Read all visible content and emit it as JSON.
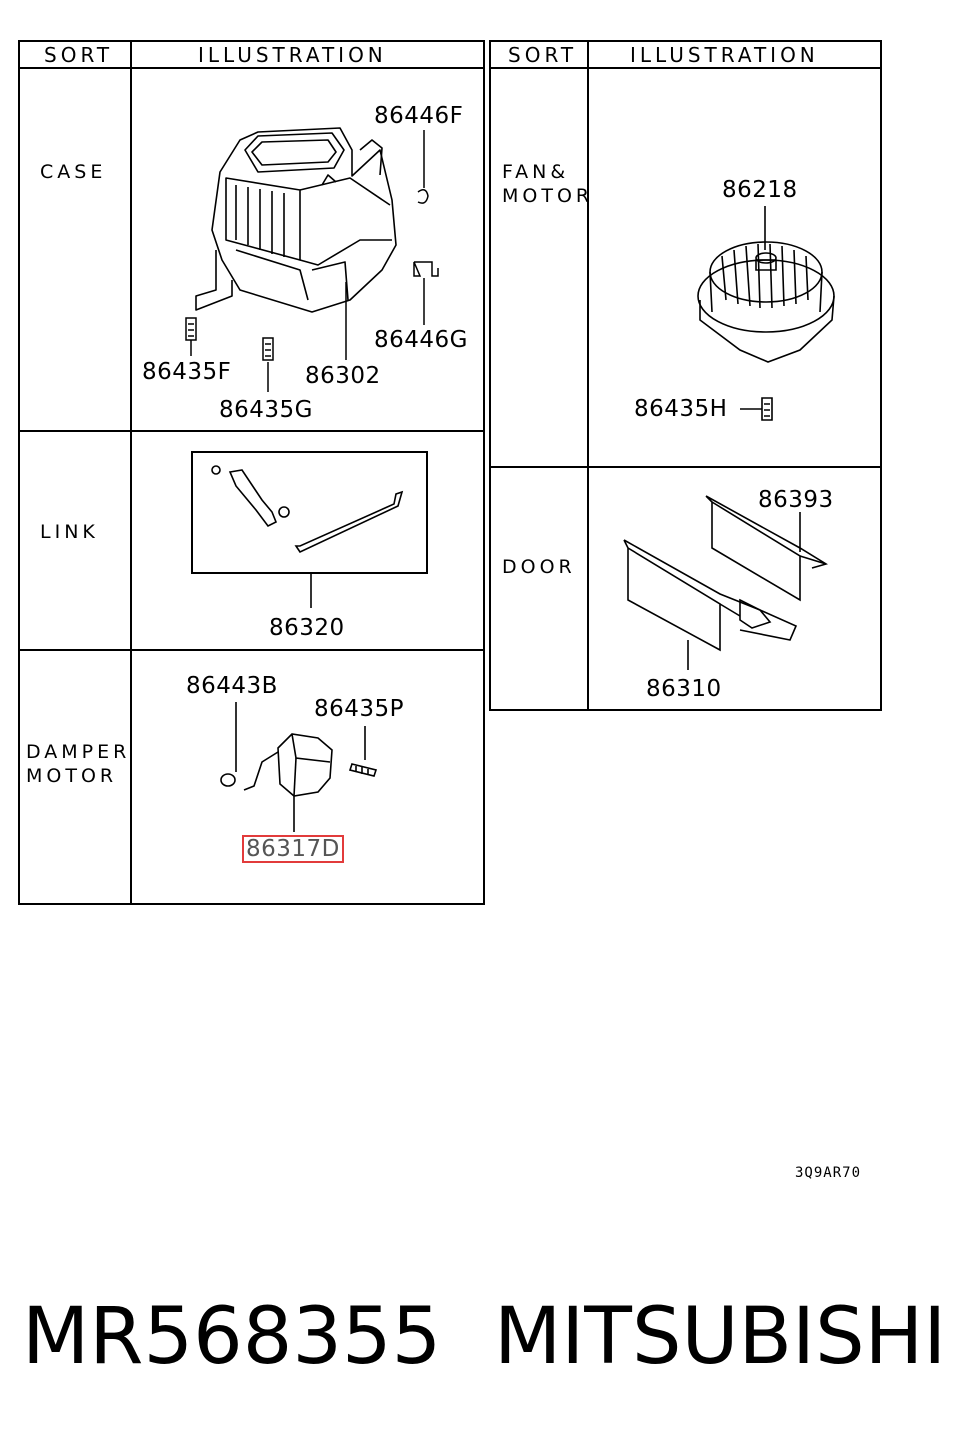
{
  "left_table": {
    "header_sort": "SORT",
    "header_illustration": "ILLUSTRATION",
    "rows": [
      {
        "sort": "CASE",
        "parts": [
          "86446F",
          "86446G",
          "86435F",
          "86302",
          "86435G"
        ]
      },
      {
        "sort": "LINK",
        "parts": [
          "86320"
        ]
      },
      {
        "sort": "DAMPER\nMOTOR",
        "parts": [
          "86443B",
          "86435P",
          "86317D"
        ]
      }
    ]
  },
  "right_table": {
    "header_sort": "SORT",
    "header_illustration": "ILLUSTRATION",
    "rows": [
      {
        "sort": "FAN&\nMOTOR",
        "parts": [
          "86218",
          "86435H"
        ]
      },
      {
        "sort": "DOOR",
        "parts": [
          "86393",
          "86310"
        ]
      }
    ]
  },
  "highlighted_part": "86317D",
  "highlight_color": "#e23b3b",
  "diagram_code": "3Q9AR70",
  "footer": {
    "part_number": "MR568355",
    "brand": "MITSUBISHI"
  }
}
